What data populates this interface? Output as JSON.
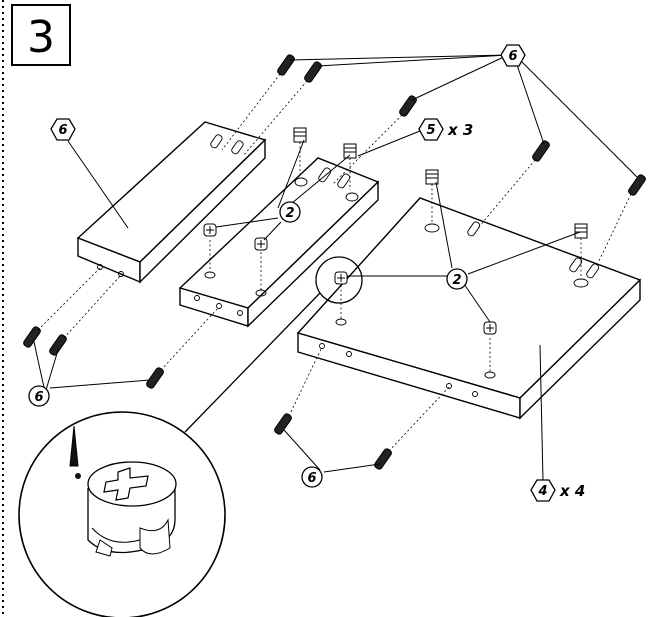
{
  "step": {
    "number": "3"
  },
  "parts": {
    "dowel": {
      "label": "6",
      "icon": "dowel-icon"
    },
    "cam_lock": {
      "label": "2",
      "icon": "cam-lock-icon"
    },
    "cam_bolt": {
      "label": "5",
      "quantity": "x 3",
      "icon": "cam-bolt-icon"
    },
    "panel": {
      "label": "4",
      "quantity": "x 4"
    }
  },
  "detail": {
    "name": "cam-lock-magnified-detail"
  }
}
